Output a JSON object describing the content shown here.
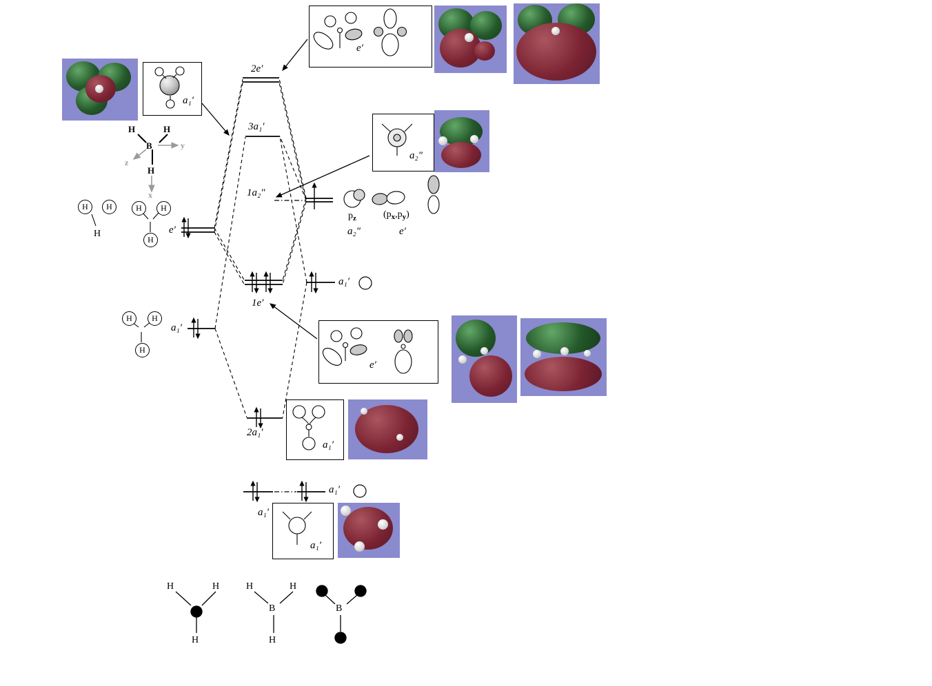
{
  "atoms": {
    "H": "H",
    "B": "B"
  },
  "axes": {
    "x": "x",
    "y": "y",
    "z": "z"
  },
  "levels": {
    "e2": "2e′",
    "a1_3": "3a₁′",
    "a2_1": "1a₂″",
    "e1": "1e′",
    "a1_2": "2a₁′",
    "a1_core": "a₁′",
    "a1_core_left": "a₁′"
  },
  "fragments": {
    "h3_e": "e′",
    "h3_a1": "a₁′"
  },
  "boron": {
    "p_z_base": "p",
    "p_z_sub": "z",
    "a2_label": "a₂″",
    "pxy_pre": "(p",
    "pxy_x": "x",
    "pxy_mid": ",p",
    "pxy_y": "y",
    "pxy_post": ")",
    "e_label": "e′",
    "s_label": "a₁′"
  },
  "sketch_boxes": {
    "top_e": "e′",
    "a1_sphere": "a₁′",
    "a2": "a₂″",
    "mid_e": "e′",
    "a1_bonding": "a₁′",
    "a1_core": "a₁′"
  },
  "colors": {
    "render_background": "#8a8ace",
    "lobe_green": "#2a5e2f",
    "lobe_red": "#7c2433",
    "axis_gray": "#9a9a9a"
  }
}
